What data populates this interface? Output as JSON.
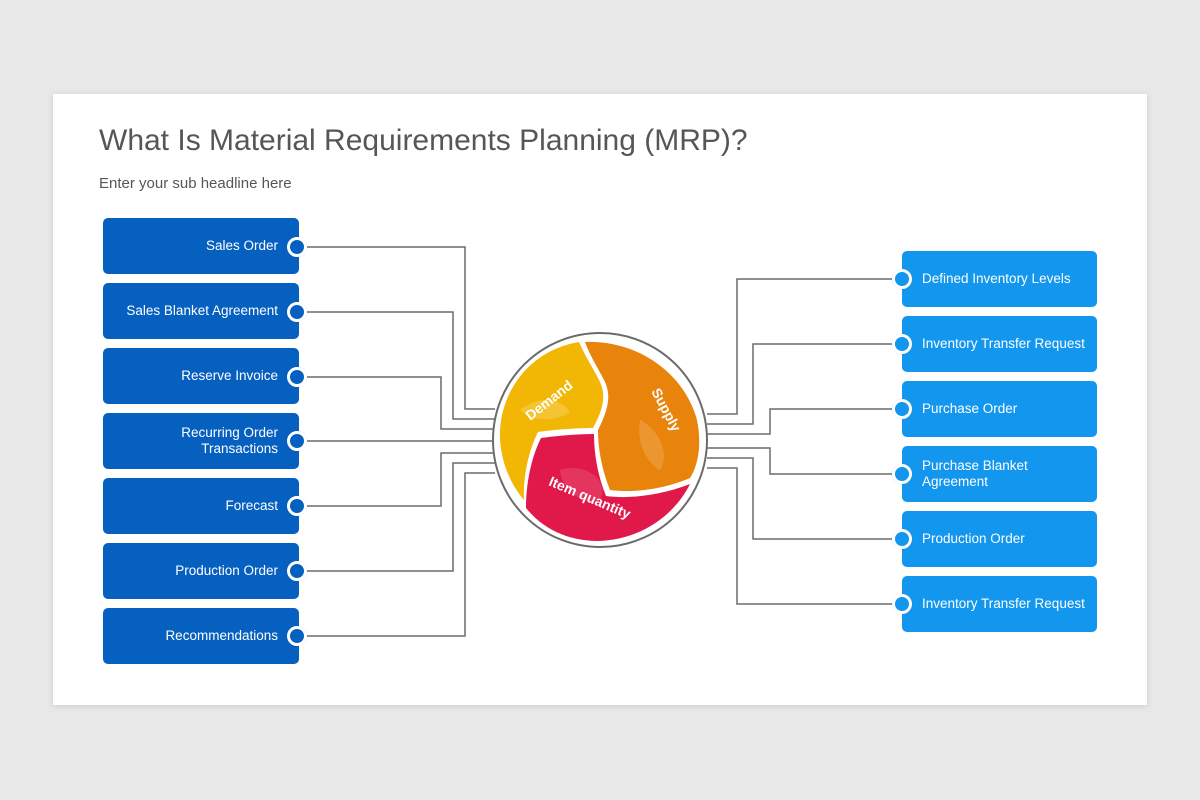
{
  "header": {
    "title": "What Is Material Requirements Planning (MRP)?",
    "subtitle": "Enter your sub headline here"
  },
  "center": {
    "segments": [
      {
        "label": "Demand",
        "color": "#f2b705"
      },
      {
        "label": "Supply",
        "color": "#e8840c"
      },
      {
        "label": "Item quantity",
        "color": "#e1184a"
      }
    ]
  },
  "left_items": [
    {
      "label": "Sales Order"
    },
    {
      "label": "Sales Blanket Agreement"
    },
    {
      "label": "Reserve Invoice"
    },
    {
      "label": "Recurring Order",
      "label2": "Transactions"
    },
    {
      "label": "Forecast"
    },
    {
      "label": "Production Order"
    },
    {
      "label": "Recommendations"
    }
  ],
  "right_items": [
    {
      "label": "Defined Inventory Levels"
    },
    {
      "label": "Inventory Transfer Request"
    },
    {
      "label": "Purchase Order"
    },
    {
      "label": "Purchase Blanket",
      "label2": "Agreement"
    },
    {
      "label": "Production Order"
    },
    {
      "label": "Inventory Transfer Request"
    }
  ],
  "colors": {
    "left_box": "#0660c0",
    "right_box": "#1296ee",
    "connector": "#6b6b6b"
  }
}
